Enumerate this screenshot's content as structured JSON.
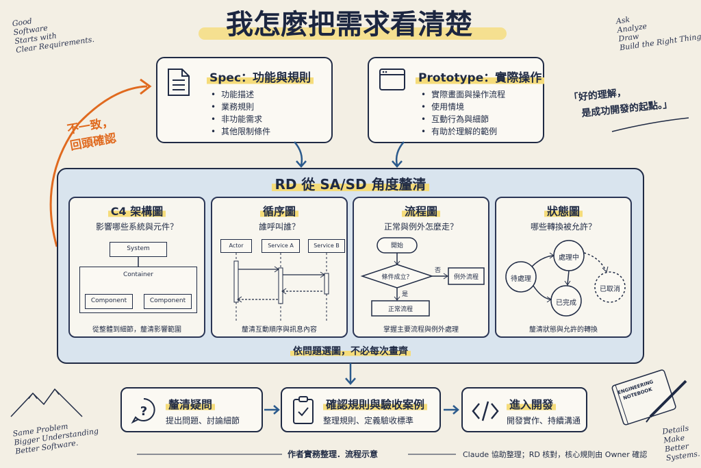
{
  "title": "我怎麼把需求看清楚",
  "notes": {
    "top_left": [
      "Good",
      "Software",
      "Starts with",
      "Clear Requirements."
    ],
    "top_right": [
      "Ask",
      "Analyze",
      "Draw",
      "Build the Right Thing."
    ],
    "bottom_left": [
      "Same Problem",
      "Bigger Understanding",
      "Better Software."
    ],
    "bottom_right": [
      "Details",
      "Make",
      "Better",
      "Systems."
    ],
    "quote": [
      "「好的理解，",
      "是成功開發的起點。」"
    ],
    "notebook": [
      "ENGINEERING",
      "NOTEBOOK"
    ]
  },
  "feedback_label": [
    "不一致，",
    "回頭確認"
  ],
  "spec": {
    "title": "Spec：功能與規則",
    "items": [
      "功能描述",
      "業務規則",
      "非功能需求",
      "其他限制條件"
    ]
  },
  "prototype": {
    "title": "Prototype：實際操作",
    "items": [
      "實際畫面與操作流程",
      "使用情境",
      "互動行為與細節",
      "有助於理解的範例"
    ]
  },
  "rd": {
    "title": "RD 從 SA/SD 角度釐清",
    "panels": {
      "c4": {
        "title": "C4 架構圖",
        "question": "影響哪些系統與元件？",
        "caption": "從整體到細節，釐清影響範圍",
        "system": "System",
        "container": "Container",
        "component_a": "Component",
        "component_b": "Component"
      },
      "seq": {
        "title": "循序圖",
        "question": "誰呼叫誰？",
        "caption": "釐清互動順序與訊息內容",
        "actors": [
          "Actor",
          "Service A",
          "Service B"
        ]
      },
      "flow": {
        "title": "流程圖",
        "question": "正常與例外怎麼走？",
        "caption": "掌握主要流程與例外處理",
        "start": "開始",
        "decision": "條件成立？",
        "no": "否",
        "yes": "是",
        "exception": "例外流程",
        "normal": "正常流程"
      },
      "state": {
        "title": "狀態圖",
        "question": "哪些轉換被允許？",
        "caption": "釐清狀態與允許的轉換",
        "pending": "待處理",
        "processing": "處理中",
        "done": "已完成",
        "cancelled": "已取消"
      }
    },
    "footer": "依問題選圖，不必每次畫齊"
  },
  "steps": [
    {
      "title": "釐清疑問",
      "sub": "提出問題、討論細節"
    },
    {
      "title": "確認規則與驗收案例",
      "sub": "整理規則、定義驗收標準"
    },
    {
      "title": "進入開發",
      "sub": "開發實作、持續溝通"
    }
  ],
  "footer": {
    "center": "作者實務整理．流程示意",
    "right": "Claude 協助整理；RD 核對，核心規則由 Owner 確認"
  },
  "colors": {
    "accent_orange": "#e06a1f",
    "highlight": "#f5dc7a",
    "ink": "#1f2a44",
    "arrow_blue": "#2b5a8c",
    "panel_bg": "#d9e4ee"
  }
}
